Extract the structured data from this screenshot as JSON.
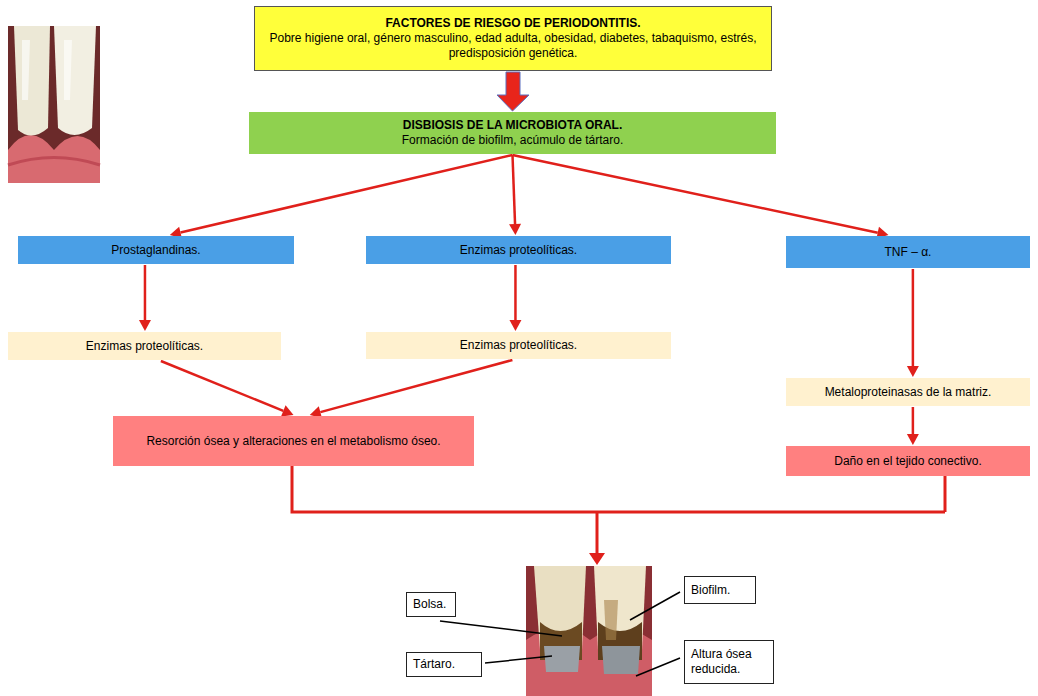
{
  "diagram": {
    "nodes": [
      {
        "text": [
          "FACTORES DE RIESGO DE PERIODONTITIS.",
          "Pobre higiene oral, género masculino, edad adulta, obesidad, diabetes, tabaquismo, estrés, predisposición genética."
        ]
      },
      {
        "text": [
          "DISBIOSIS DE LA MICROBIOTA ORAL.",
          "Formación de biofilm, acúmulo de tártaro."
        ]
      },
      {
        "text": [
          "Prostaglandinas."
        ]
      },
      {
        "text": [
          "Enzimas proteolíticas."
        ]
      },
      {
        "text": [
          "TNF – α."
        ]
      },
      {
        "text": [
          "Enzimas proteolíticas."
        ]
      },
      {
        "text": [
          "Enzimas proteolíticas."
        ]
      },
      {
        "text": [
          "Metaloproteinasas de la matriz."
        ]
      },
      {
        "text": [
          "Resorción ósea y alteraciones en el metabolismo óseo."
        ]
      },
      {
        "text": [
          "Daño en el tejido conectivo."
        ]
      },
      {
        "text": [
          "Bolsa."
        ]
      },
      {
        "text": [
          "Biofilm."
        ]
      },
      {
        "text": [
          "Tártaro."
        ]
      },
      {
        "text": [
          "Altura ósea reducida."
        ]
      }
    ],
    "edges": [
      {
        "from": 0,
        "to": 1,
        "arrow": "to"
      },
      {
        "from": 1,
        "to": 2,
        "arrow": "to"
      },
      {
        "from": 1,
        "to": 3,
        "arrow": "to"
      },
      {
        "from": 1,
        "to": 4,
        "arrow": "to"
      },
      {
        "from": 2,
        "to": 5,
        "arrow": "to"
      },
      {
        "from": 3,
        "to": 6,
        "arrow": "to"
      },
      {
        "from": 4,
        "to": 7,
        "arrow": "to"
      },
      {
        "from": 5,
        "to": 8,
        "arrow": "to"
      },
      {
        "from": 6,
        "to": 8,
        "arrow": "to"
      },
      {
        "from": 7,
        "to": 9,
        "arrow": "to"
      }
    ]
  }
}
